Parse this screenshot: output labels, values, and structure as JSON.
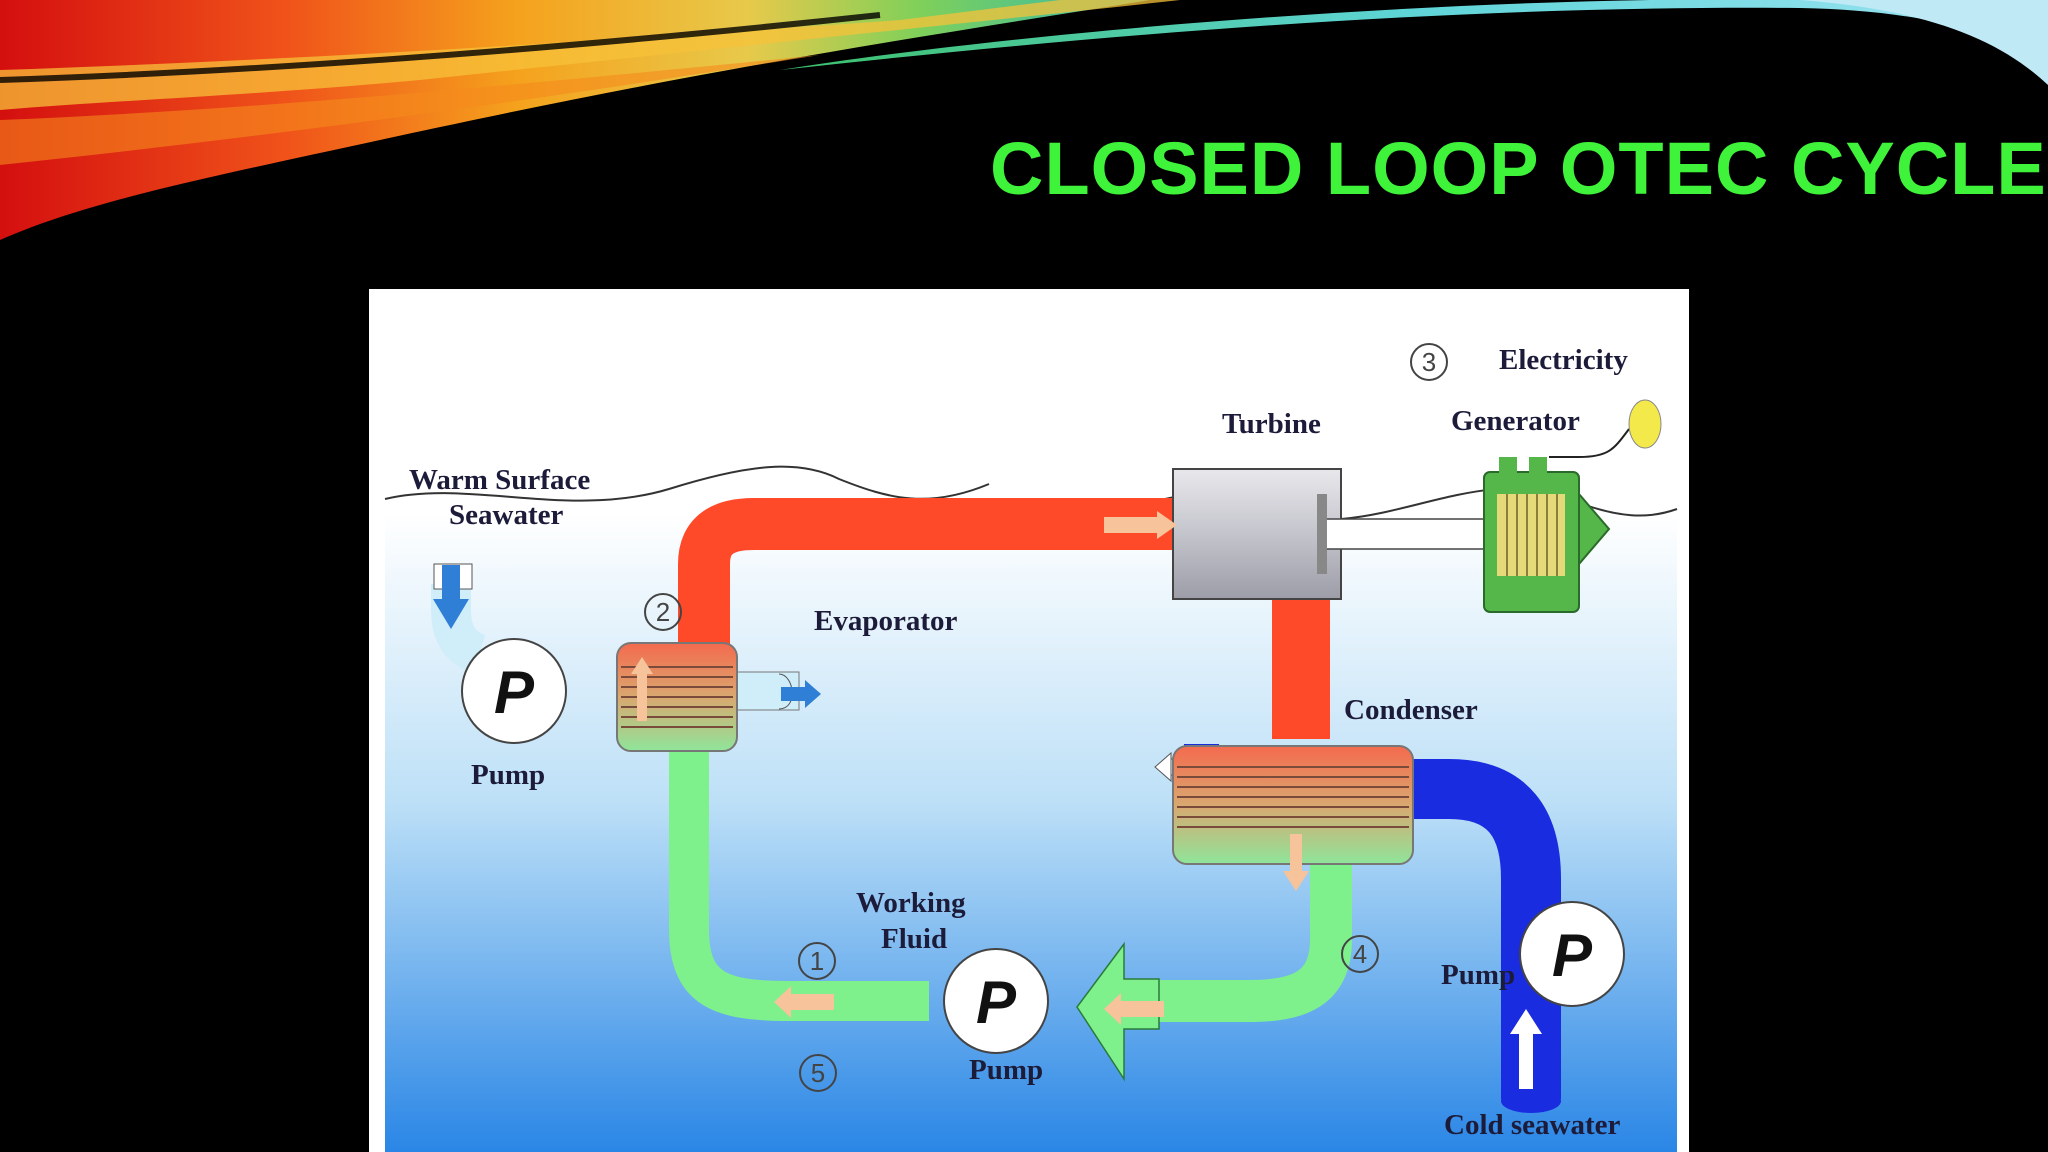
{
  "slide": {
    "title": "CLOSED LOOP OTEC CYCLE",
    "title_color": "#3ff23a",
    "background_color": "#000000"
  },
  "diagram": {
    "labels": {
      "electricity": "Electricity",
      "turbine": "Turbine",
      "generator": "Generator",
      "warm_surface_line1": "Warm Surface",
      "warm_surface_line2": "Seawater",
      "evaporator": "Evaporator",
      "condenser": "Condenser",
      "pump_left": "Pump",
      "working_fluid_line1": "Working",
      "working_fluid_line2": "Fluid",
      "pump_bottom": "Pump",
      "pump_right": "Pump",
      "cold_seawater": "Cold seawater"
    },
    "pump_symbol": "P",
    "step_numbers": [
      "1",
      "2",
      "3",
      "4",
      "5"
    ],
    "colors": {
      "hot_vapor": "#ff4a2a",
      "liquid_working_fluid": "#7ef08c",
      "cold_seawater": "#1a2ce0",
      "warm_seawater_arrow": "#2f7fd6",
      "turbine_body": "#c9c9cf",
      "generator_body": "#55b64a",
      "sea_top": "#ffffff",
      "sea_bottom": "#2a86e6"
    }
  }
}
